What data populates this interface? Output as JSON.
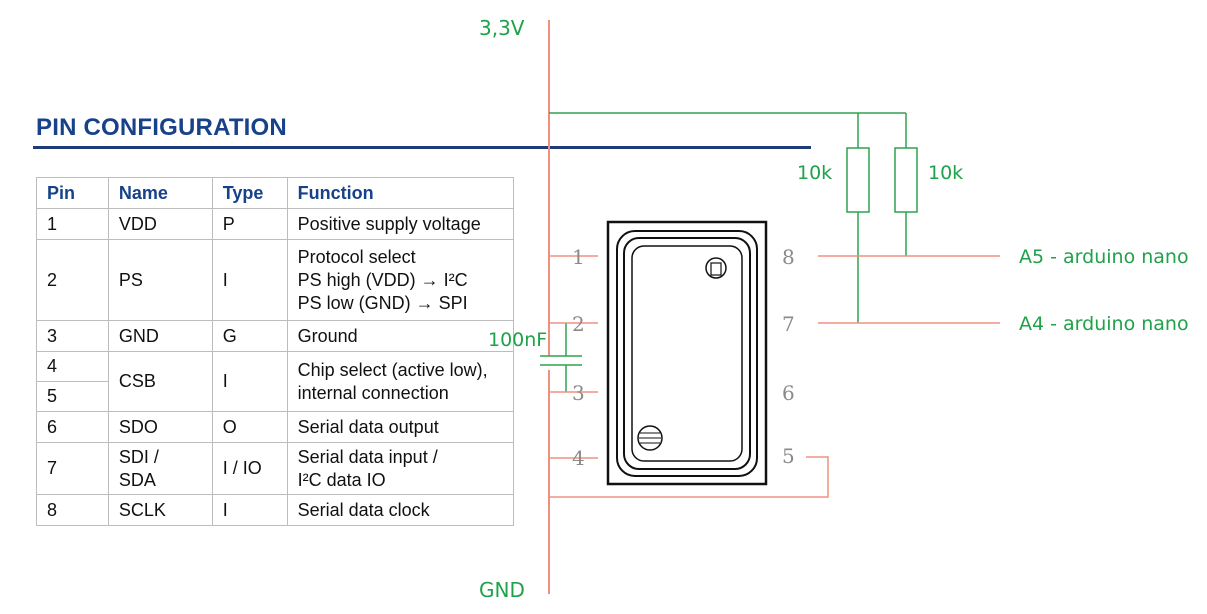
{
  "heading": "PIN CONFIGURATION",
  "table": {
    "headers": [
      "Pin",
      "Name",
      "Type",
      "Function"
    ],
    "rows": [
      {
        "pin": "1",
        "name": "VDD",
        "type": "P",
        "function": [
          "Positive supply voltage"
        ]
      },
      {
        "pin": "2",
        "name": "PS",
        "type": "I",
        "function": [
          "Protocol select",
          "PS high (VDD) → I²C",
          "PS low (GND) → SPI"
        ]
      },
      {
        "pin": "3",
        "name": "GND",
        "type": "G",
        "function": [
          "Ground"
        ]
      },
      {
        "pin": "4",
        "pin_b": "5",
        "name": "CSB",
        "type": "I",
        "function": [
          "Chip select (active low),",
          "internal connection"
        ]
      },
      {
        "pin": "6",
        "name": "SDO",
        "type": "O",
        "function": [
          "Serial data output"
        ]
      },
      {
        "pin": "7",
        "name": [
          "SDI /",
          "SDA"
        ],
        "type": "I / IO",
        "function": [
          "Serial data input /",
          "I²C data IO"
        ]
      },
      {
        "pin": "8",
        "name": "SCLK",
        "type": "I",
        "function": [
          "Serial data clock"
        ]
      }
    ]
  },
  "schematic": {
    "supply_label": "3,3V",
    "ground_label": "GND",
    "capacitor_label": "100nF",
    "resistor_labels": [
      "10k",
      "10k"
    ],
    "connection_labels": {
      "pin8": "A5 - arduino nano",
      "pin7": "A4 - arduino nano"
    },
    "chip_pins": {
      "left": [
        "1",
        "2",
        "3",
        "4"
      ],
      "right": [
        "8",
        "7",
        "6",
        "5"
      ]
    }
  },
  "colors": {
    "wire_red": "#f08f80",
    "wire_green": "#2ea24f",
    "label_green": "#1fa24a",
    "heading_blue": "#17428a",
    "rule_blue": "#1f3c78"
  }
}
